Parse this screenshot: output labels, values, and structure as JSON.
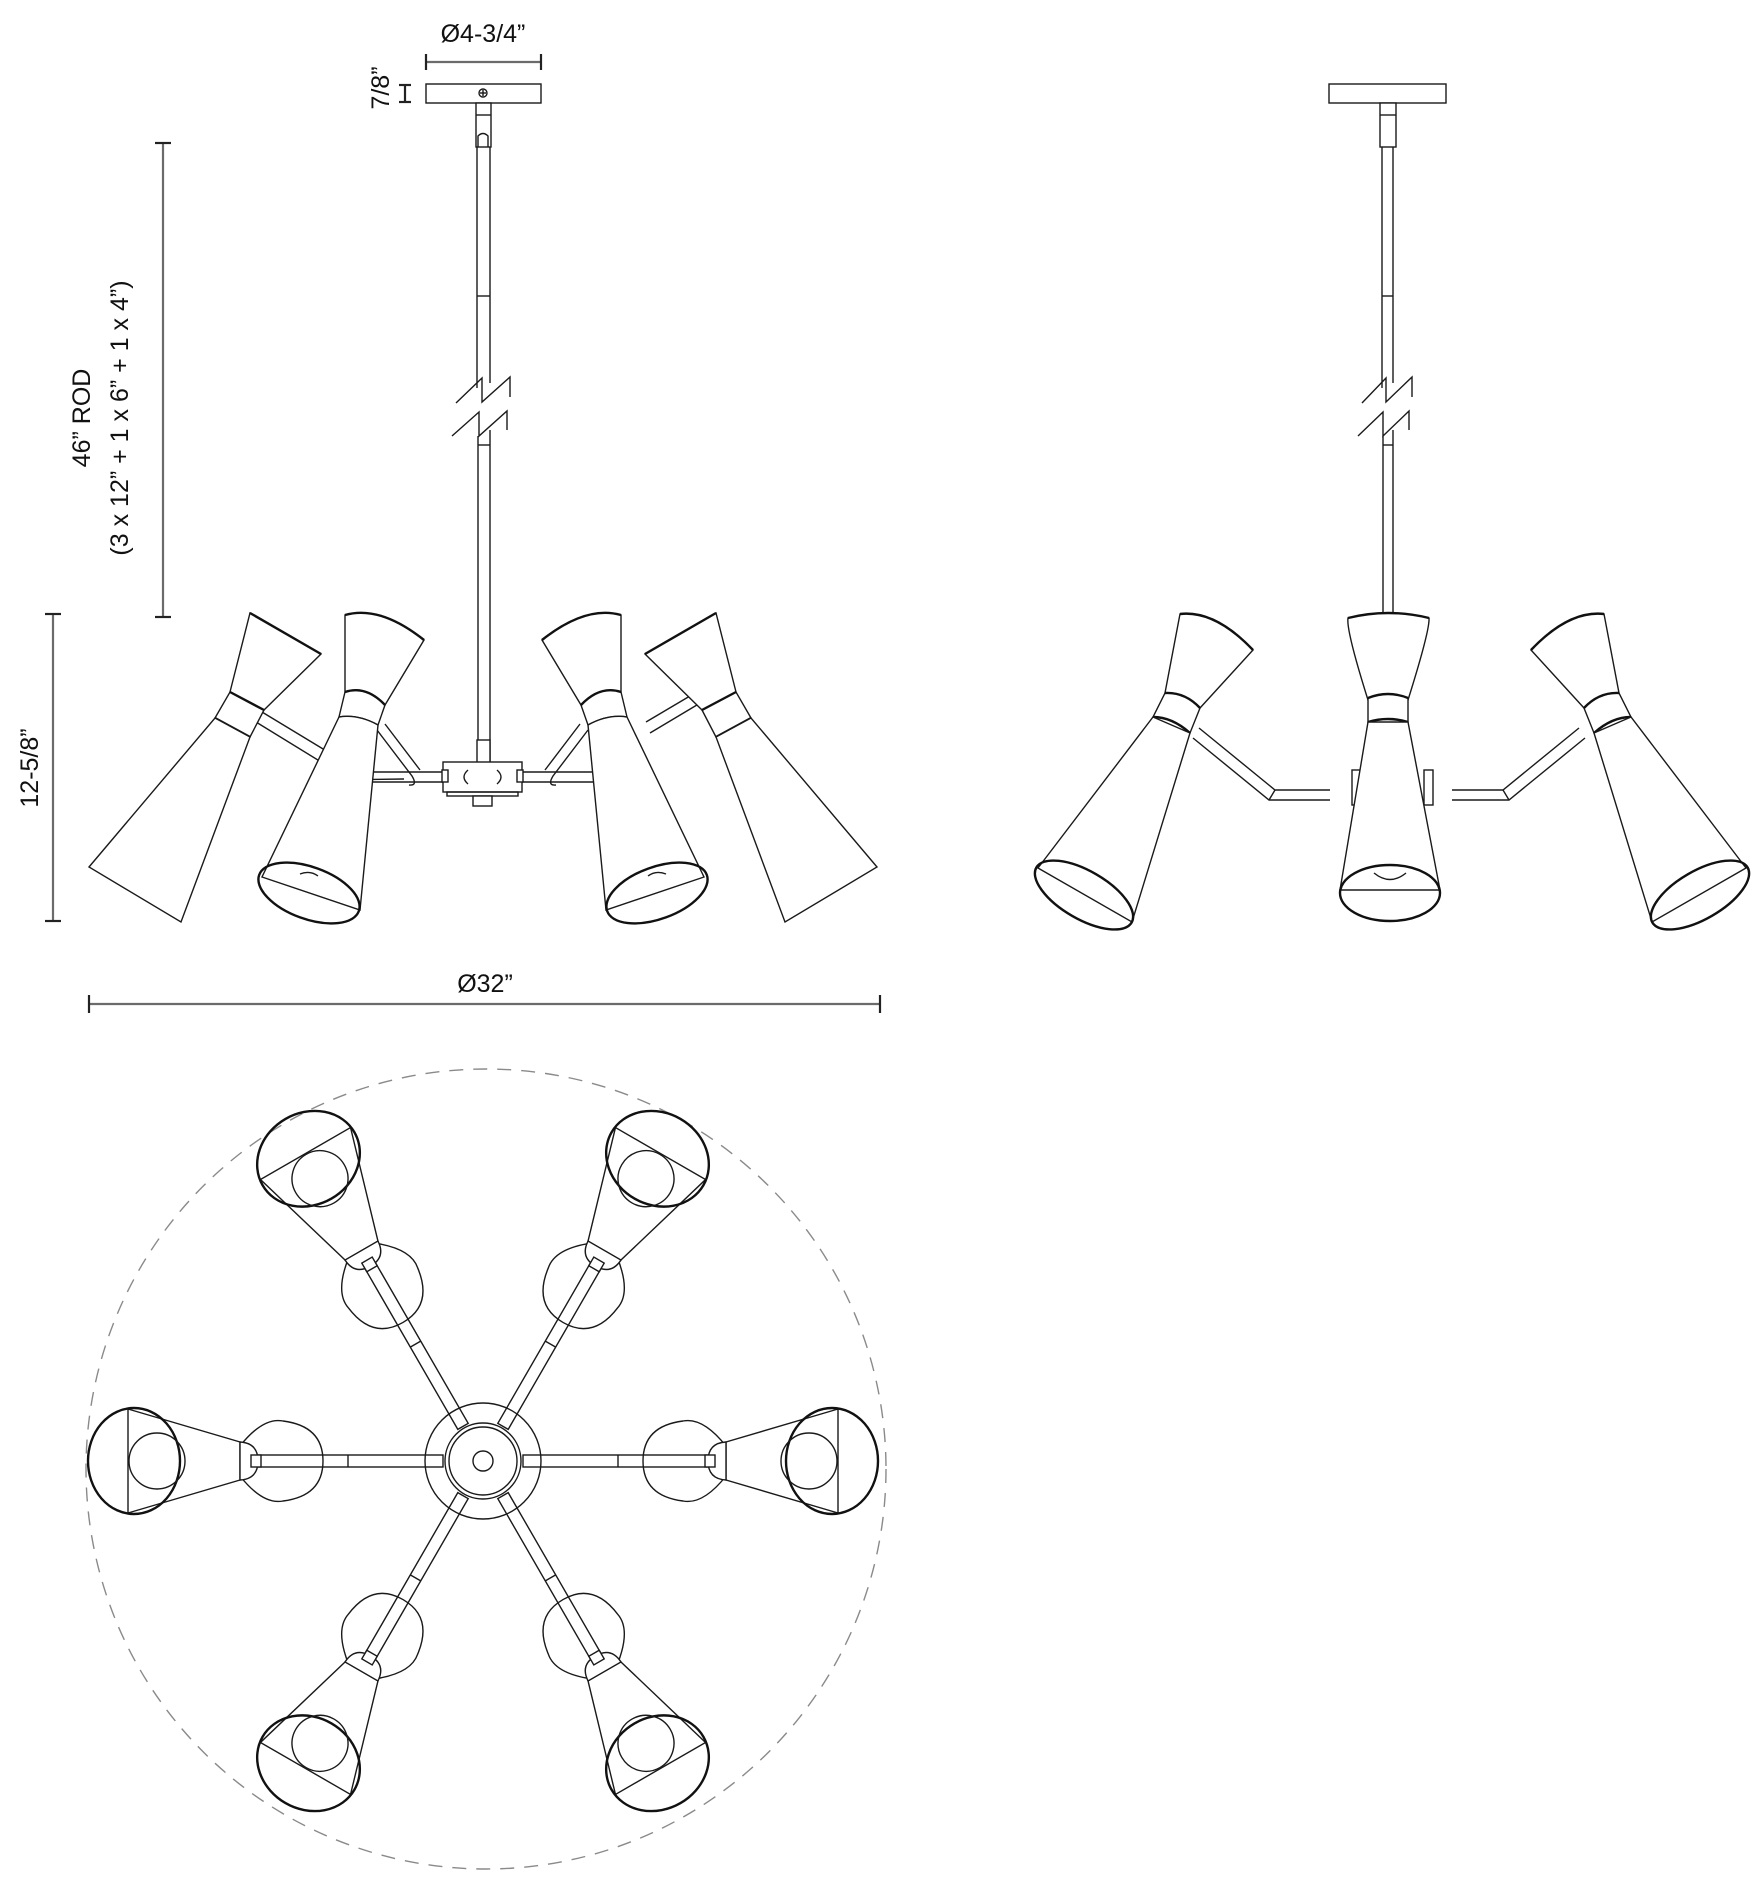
{
  "drawing": {
    "views": [
      "front-elevation-4-lamps",
      "side-elevation-3-lamps",
      "plan-view-6-lamps"
    ],
    "lamp_count": 6
  },
  "dimensions": {
    "canopy_diameter": "Ø4-3/4”",
    "canopy_height": "7/8”",
    "rod_length": "46” ROD",
    "rod_breakdown": "(3 x 12” + 1 x 6” + 1 x 4”)",
    "fixture_height": "12-5/8”",
    "fixture_diameter": "Ø32”"
  },
  "colors": {
    "line": "#1a1a1a",
    "dimension_line": "#6b6b6b",
    "dashed_outline": "#8a8a8a",
    "background": "#ffffff"
  }
}
